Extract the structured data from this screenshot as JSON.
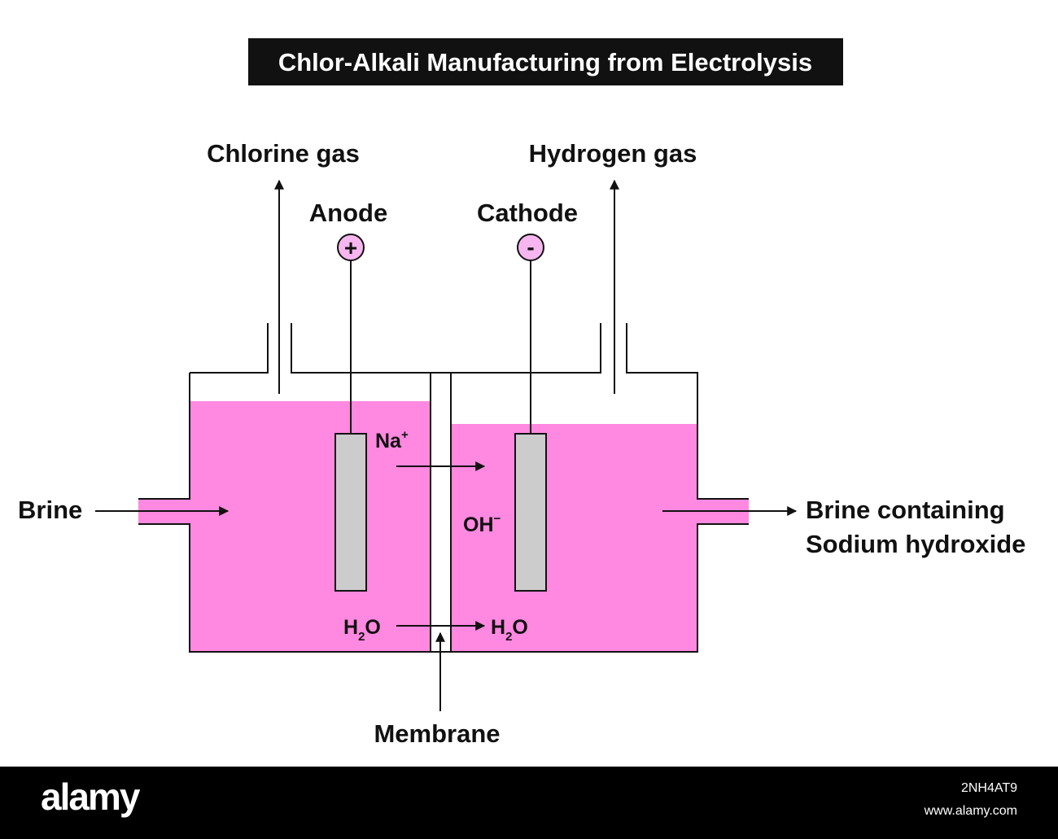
{
  "title": "Chlor-Alkali Manufacturing from Electrolysis",
  "labels": {
    "chlorine_gas": "Chlorine gas",
    "hydrogen_gas": "Hydrogen gas",
    "anode": "Anode",
    "cathode": "Cathode",
    "anode_sign": "+",
    "cathode_sign": "-",
    "sodium_ion": "Na",
    "sodium_charge": "+",
    "hydroxide_ion": "OH",
    "hydroxide_charge": "−",
    "water_left": "H",
    "water_left_sub": "2",
    "water_left_o": "O",
    "water_right": "H",
    "water_right_sub": "2",
    "water_right_o": "O",
    "brine_in": "Brine",
    "brine_out_line1": "Brine containing",
    "brine_out_line2": "Sodium hydroxide",
    "membrane": "Membrane"
  },
  "colors": {
    "solution": "#ff88e0",
    "electrode": "#cccccc",
    "terminal": "#f7b6ef",
    "outline": "#111111",
    "title_bg": "#111111",
    "title_text": "#ffffff"
  },
  "footer": {
    "brand": "alamy",
    "image_id": "2NH4AT9",
    "url": "www.alamy.com"
  }
}
